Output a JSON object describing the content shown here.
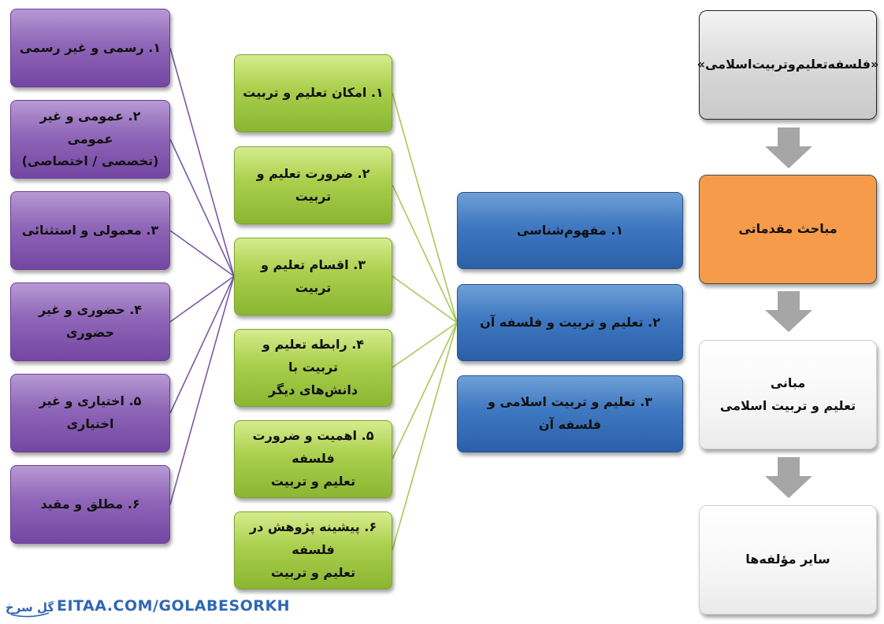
{
  "colors": {
    "purple": "#8f66b8",
    "green": "#aacf4c",
    "blue": "#3e78c1",
    "orange": "#f59b4a",
    "gray": "#d6d6d6",
    "arrow": "#a6a6a6",
    "purple_line": "#7b57a8",
    "green_line": "#a9c95a",
    "logo": "#2f67b3"
  },
  "flow": {
    "title": "«فلسفه‌تعلیم‌وتربیت‌اسلامی»",
    "intro": "مباحث مقدماتی",
    "foundations": "مبانی\nتعلیم و تربیت اسلامی",
    "components": "سایر مؤلفه‌ها"
  },
  "topics": [
    "۱. مفهوم‌شناسی",
    "۲. تعلیم و تربیت و فلسفه آن",
    "۳. تعلیم و تربیت اسلامی و فلسفه آن"
  ],
  "subtopics": [
    "۱. امکان تعلیم و تربیت",
    "۲. ضرورت تعلیم و تربیت",
    "۳. اقسام تعلیم و تربیت",
    "۴. رابطه تعلیم و تربیت با\nدانش‌های دیگر",
    "۵. اهمیت و ضرورت فلسفه\nتعلیم و تربیت",
    "۶. پیشینه پژوهش در فلسفه\nتعلیم و تربیت"
  ],
  "types": [
    "۱. رسمی و غیر رسمی",
    "۲. عمومی و غیر عمومی\n(تخصصی / اختصاصی)",
    "۳. معمولی و استثنائی",
    "۴. حضوری و غیر حضوری",
    "۵. اختیاری و غیر اختیاری",
    "۶. مطلق و مقید"
  ],
  "logo": {
    "script": "گل سرخ",
    "url": "EITAA.COM/GOLABESORKH"
  }
}
